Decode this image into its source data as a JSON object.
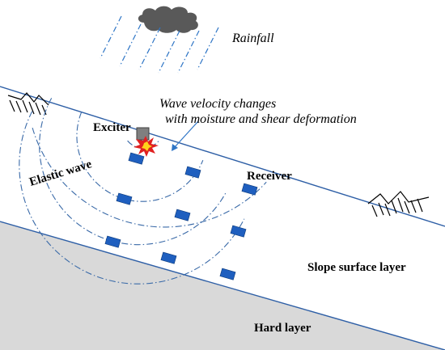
{
  "labels": {
    "rainfall": "Rainfall",
    "wave_velocity_line1": "Wave velocity changes",
    "wave_velocity_line2": "with moisture and shear deformation",
    "exciter": "Exciter",
    "elastic_wave": "Elastic wave",
    "receiver": "Receiver",
    "slope_surface_layer": "Slope surface layer",
    "hard_layer": "Hard layer"
  },
  "colors": {
    "slope_line": "#2e5fa6",
    "hard_layer_fill": "#d9d9d9",
    "receiver": "#1f5fbf",
    "wave_arcs": "#3a6aa8",
    "rain": "#2e75c6",
    "cloud": "#595959",
    "exciter_body": "#7f7f7f",
    "burst_outer": "#e02020",
    "burst_inner": "#ffd21a"
  },
  "icons": [
    "cloud-icon",
    "rain-streaks",
    "hatch-symbol",
    "exciter-icon",
    "burst-icon",
    "receiver-marker"
  ]
}
